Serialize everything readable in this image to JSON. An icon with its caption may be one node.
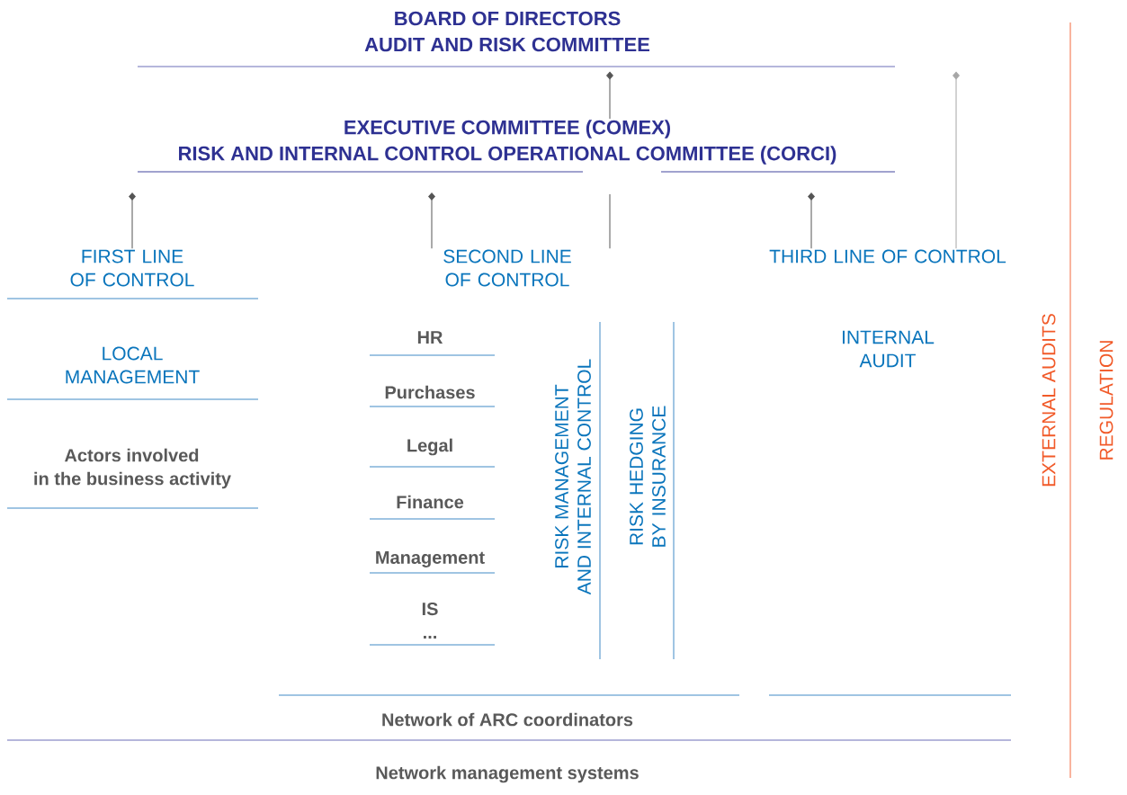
{
  "diagram": {
    "nodes": [
      {
        "text": [
          "BOARD OF DIRECTORS",
          "AUDIT AND RISK COMMITTEE"
        ]
      },
      {
        "text": [
          "EXECUTIVE COMMITTEE (COMEX)",
          "RISK AND INTERNAL CONTROL OPERATIONAL COMMITTEE (CORCI)"
        ]
      },
      {
        "text": [
          "FIRST LINE OF CONTROL"
        ]
      },
      {
        "text": [
          "SECOND LINE OF CONTROL"
        ]
      },
      {
        "text": [
          "THIRD LINE OF CONTROL"
        ]
      },
      {
        "text": [
          "LOCAL MANAGEMENT"
        ]
      },
      {
        "text": [
          "Actors involved in the business activity"
        ]
      },
      {
        "text": [
          "HR"
        ]
      },
      {
        "text": [
          "Purchases"
        ]
      },
      {
        "text": [
          "Legal"
        ]
      },
      {
        "text": [
          "Finance"
        ]
      },
      {
        "text": [
          "Management"
        ]
      },
      {
        "text": [
          "IS",
          "..."
        ]
      },
      {
        "text": [
          "RISK MANAGEMENT AND INTERNAL CONTROL"
        ]
      },
      {
        "text": [
          "RISK HEDGING BY INSURANCE"
        ]
      },
      {
        "text": [
          "INTERNAL AUDIT"
        ]
      },
      {
        "text": [
          "Network of ARC coordinators"
        ]
      },
      {
        "text": [
          "Network management systems"
        ]
      }
    ],
    "edges": [
      {
        "from": 0,
        "to": 1,
        "arrow": "other"
      },
      {
        "from": 0,
        "to": 4,
        "arrow": "other",
        "color": "#a6a6a6"
      },
      {
        "from": 1,
        "to": 2,
        "arrow": "other"
      },
      {
        "from": 1,
        "to": 3,
        "arrow": "other"
      },
      {
        "from": 1,
        "to": 3,
        "arrow": "none"
      },
      {
        "from": 1,
        "to": 4,
        "arrow": "other"
      }
    ],
    "labels": [
      "EXTERNAL AUDITS",
      "REGULATION"
    ]
  }
}
